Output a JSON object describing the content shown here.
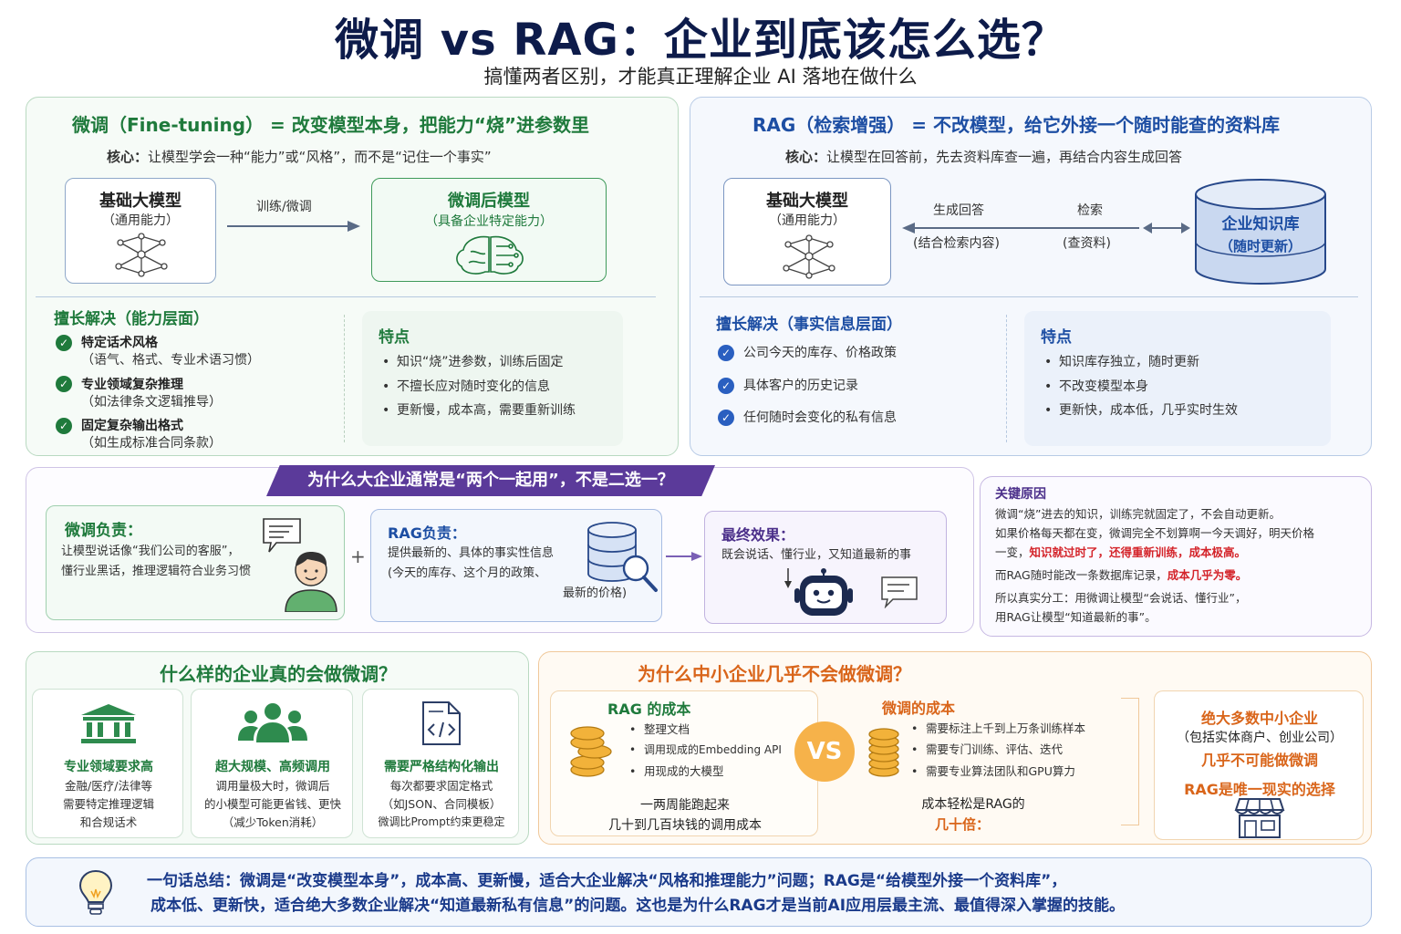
{
  "header": {
    "title": "微调 vs RAG：企业到底该怎么选？",
    "subtitle": "搞懂两者区别，才能真正理解企业 AI 落地在做什么"
  },
  "finetune": {
    "heading": "微调（Fine-tuning） = 改变模型本身，把能力“烧”进参数里",
    "core_label": "核心：",
    "core_text": "让模型学会一种“能力”或“风格”，而不是“记住一个事实”",
    "base_model_title": "基础大模型",
    "base_model_sub": "（通用能力）",
    "arrow_label": "训练/微调",
    "tuned_model_title": "微调后模型",
    "tuned_model_sub": "（具备企业特定能力）",
    "good_at_heading": "擅长解决（能力层面）",
    "good_at": [
      {
        "title": "特定话术风格",
        "sub": "（语气、格式、专业术语习惯）"
      },
      {
        "title": "专业领域复杂推理",
        "sub": "（如法律条文逻辑推导）"
      },
      {
        "title": "固定复杂输出格式",
        "sub": "（如生成标准合同条款）"
      }
    ],
    "features_heading": "特点",
    "features": [
      "知识“烧”进参数，训练后固定",
      "不擅长应对随时变化的信息",
      "更新慢，成本高，需要重新训练"
    ]
  },
  "rag": {
    "heading": "RAG（检索增强） = 不改模型，给它外接一个随时能查的资料库",
    "core_label": "核心：",
    "core_text": "让模型在回答前，先去资料库查一遍，再结合内容生成回答",
    "base_model_title": "基础大模型",
    "base_model_sub": "（通用能力）",
    "gen_label": "生成回答",
    "gen_sub": "(结合检索内容)",
    "retrieve_label": "检索",
    "retrieve_sub": "(查资料)",
    "kb_title": "企业知识库",
    "kb_sub": "（随时更新）",
    "good_at_heading": "擅长解决（事实信息层面）",
    "good_at": [
      "公司今天的库存、价格政策",
      "具体客户的历史记录",
      "任何随时会变化的私有信息"
    ],
    "features_heading": "特点",
    "features": [
      "知识库存独立，随时更新",
      "不改变模型本身",
      "更新快，成本低，几乎实时生效"
    ]
  },
  "why_both": {
    "banner": "为什么大企业通常是“两个一起用”，不是二选一？",
    "ft_title": "微调负责：",
    "ft_text_1": "让模型说话像“我们公司的客服”，",
    "ft_text_2": "懂行业黑话，推理逻辑符合业务习惯",
    "plus": "+",
    "rag_title": "RAG负责：",
    "rag_text_1": "提供最新的、具体的事实性信息",
    "rag_text_2": "(今天的库存、这个月的政策、",
    "rag_text_3": "最新的价格)",
    "result_title": "最终效果：",
    "result_text": "既会说话、懂行业，又知道最新的事",
    "reason_title": "关键原因",
    "reason_1": "微调“烧”进去的知识，训练完就固定了，不会自动更新。",
    "reason_2": "如果价格每天都在变，微调完全不划算啊一今天调好，明天价格",
    "reason_3a": "一变，",
    "reason_3b": "知识就过时了，还得重新训练，成本极高。",
    "reason_4a": "而RAG随时能改一条数据库记录，",
    "reason_4b": "成本几乎为零。",
    "reason_5": "所以真实分工：用微调让模型“会说话、懂行业”，",
    "reason_6": "用RAG让模型“知道最新的事”。"
  },
  "who_ft": {
    "heading": "什么样的企业真的会做微调？",
    "cards": [
      {
        "title": "专业领域要求高",
        "lines": [
          "金融/医疗/法律等",
          "需要特定推理逻辑",
          "和合规话术"
        ]
      },
      {
        "title": "超大规模、高频调用",
        "lines": [
          "调用量极大时，微调后",
          "的小模型可能更省钱、更快",
          "（减少Token消耗）"
        ]
      },
      {
        "title": "需要严格结构化输出",
        "lines": [
          "每次都要求固定格式",
          "（如JSON、合同模板）",
          "微调比Prompt约束更稳定"
        ]
      }
    ]
  },
  "sme": {
    "heading": "为什么中小企业几乎不会做微调？",
    "rag_cost_title": "RAG 的成本",
    "rag_cost_items": [
      "整理文档",
      "调用现成的Embedding API",
      "用现成的大模型"
    ],
    "rag_cost_sum_1": "一两周能跑起来",
    "rag_cost_sum_2": "几十到几百块钱的调用成本",
    "vs": "VS",
    "ft_cost_title": "微调的成本",
    "ft_cost_items": [
      "需要标注上千到上万条训练样本",
      "需要专门训练、评估、迭代",
      "需要专业算法团队和GPU算力"
    ],
    "ft_cost_sum_1": "成本轻松是RAG的",
    "ft_cost_sum_2": "几十倍：",
    "conclusion_1": "绝大多数中小企业",
    "conclusion_2": "（包括实体商户、创业公司）",
    "conclusion_3": "几乎不可能做微调",
    "conclusion_4": "RAG是唯一现实的选择"
  },
  "summary": {
    "label": "一句话总结：",
    "line1": "微调是“改变模型本身”，成本高、更新慢，适合大企业解决“风格和推理能力”问题；RAG是“给模型外接一个资料库”，",
    "line2": "成本低、更新快，适合绝大多数企业解决“知道最新私有信息”的问题。这也是为什么RAG才是当前AI应用层最主流、最值得深入掌握的技能。"
  },
  "colors": {
    "green": "#1f7a3c",
    "blue": "#1d4ea3",
    "purple": "#4b2f8a",
    "orange": "#d9651a",
    "navy": "#0d1b4a",
    "red": "#d4242a"
  }
}
